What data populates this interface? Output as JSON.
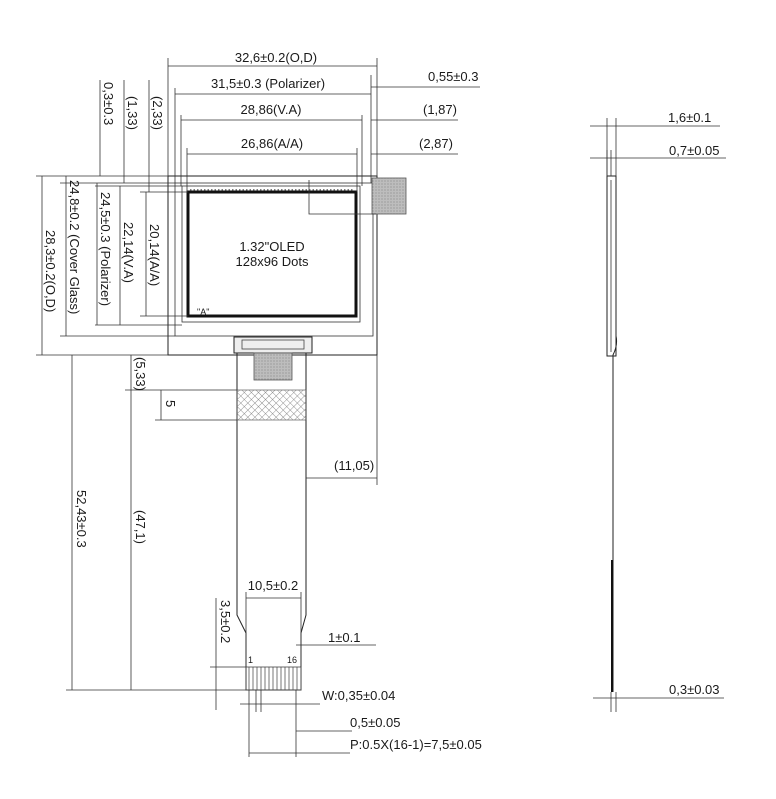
{
  "drawing": {
    "top_dims": {
      "outline": "32,6±0.2(O,D)",
      "polarizer": "31,5±0.3 (Polarizer)",
      "va": "28,86(V.A)",
      "aa": "26,86(A/A)",
      "right_055": "0,55±0.3",
      "right_187": "(1,87)",
      "right_287": "(2,87)"
    },
    "left_dims": {
      "d03": "0,3±0.3",
      "d133": "(1,33)",
      "d233": "(2,33)",
      "outline_h": "28,3±0.2(O,D)",
      "cover_glass": "24,8±0.2 (Cover Glass)",
      "polarizer_h": "24,5±0.3 (Polarizer)",
      "va_h": "22,14(V.A)",
      "aa_h": "20,14(A/A)"
    },
    "center": {
      "title": "1.32\"OLED",
      "resolution": "128x96 Dots",
      "marker": "\"A\""
    },
    "fpc_dims": {
      "d533": "(5,33)",
      "d5": "5",
      "d5243": "52,43±0.3",
      "d471": "(47,1)",
      "d1105": "(11,05)",
      "width": "10,5±0.2",
      "d35": "3,5±0.2",
      "d1": "1±0.1",
      "pin1": "1",
      "pin16": "16",
      "pin_width": "W:0,35±0.04",
      "pin_pitch": "0,5±0.05",
      "pitch_total": "P:0.5X(16-1)=7,5±0.05"
    },
    "side_dims": {
      "total": "1,6±0.1",
      "glass": "0,7±0.05",
      "fpc_thk": "0,3±0.03"
    }
  }
}
